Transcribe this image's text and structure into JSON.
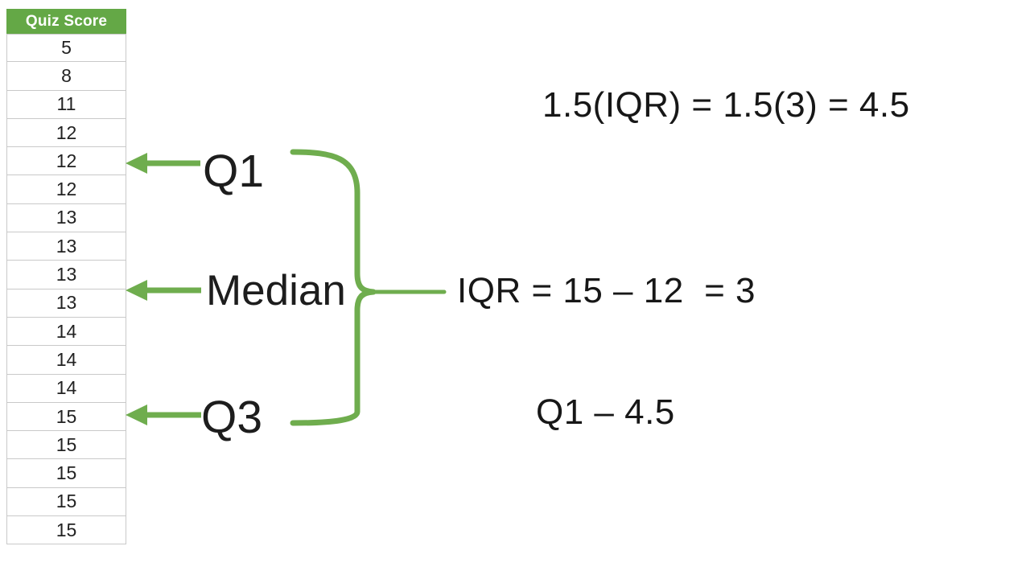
{
  "table": {
    "header": "Quiz Score",
    "values": [
      "5",
      "8",
      "11",
      "12",
      "12",
      "12",
      "13",
      "13",
      "13",
      "13",
      "14",
      "14",
      "14",
      "15",
      "15",
      "15",
      "15",
      "15"
    ]
  },
  "labels": {
    "q1": "Q1",
    "median": "Median",
    "q3": "Q3"
  },
  "formulas": {
    "iqr_scaled": "1.5(IQR) = 1.5(3) = 4.5",
    "iqr": "IQR = 15 – 12  = 3",
    "lower_fence": "Q1 – 4.5"
  },
  "annotations": {
    "q1_points_to_row_index": 4,
    "median_points_between_row_indexes": [
      8,
      9
    ],
    "q3_points_to_row_index": 13
  },
  "colors": {
    "header_green": "#64a846",
    "arrow_green": "#6fad4e",
    "header_text": "#ffffff",
    "body_text": "#1d1d1d",
    "table_border": "#c9c9c9",
    "background": "#ffffff"
  }
}
